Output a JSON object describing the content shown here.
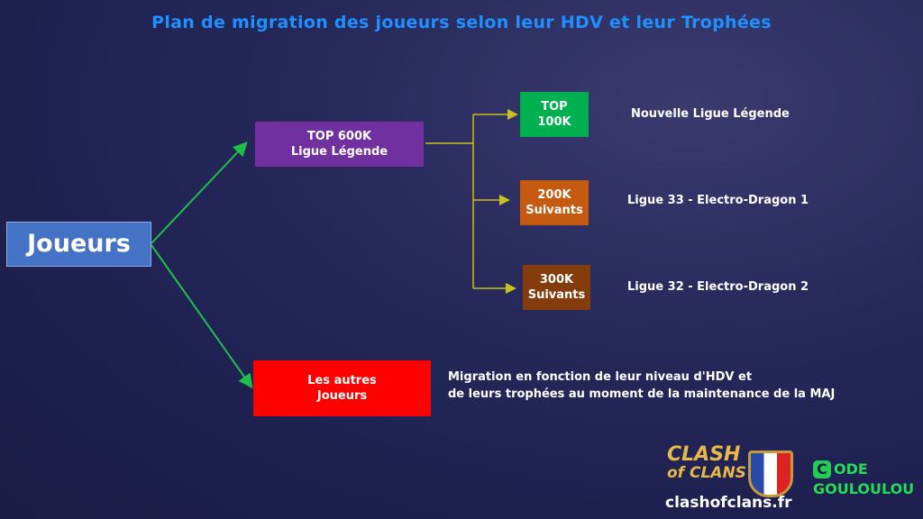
{
  "title": "Plan de migration des joueurs selon leur HDV et leur Trophées",
  "root": "Joueurs",
  "top600": "TOP 600K\nLigue Légende",
  "others": "Les autres\nJoueurs",
  "top100": "TOP\n100K",
  "s200": "200K\nSuivants",
  "s300": "300K\nSuivants",
  "label100": "Nouvelle Ligue Légende",
  "label200": "Ligue 33 - Electro-Dragon 1",
  "label300": "Ligue 32 - Electro-Dragon 2",
  "others_desc1": "Migration en fonction de leur niveau d'HDV et",
  "others_desc2": "de leurs trophées au moment de la maintenance de la MAJ",
  "logo": {
    "line1": "CLASH",
    "line2": "of CLANS",
    "site": "clashofclans.fr"
  },
  "code": {
    "icon": "C",
    "line1": "ODE",
    "line2": "GOULOULOU"
  },
  "colors": {
    "root": "#4472c4",
    "top600": "#7030a0",
    "top100": "#00b050",
    "s200": "#c55a11",
    "s300": "#843c0c",
    "others": "#ff0000",
    "title": "#1e90ff"
  }
}
